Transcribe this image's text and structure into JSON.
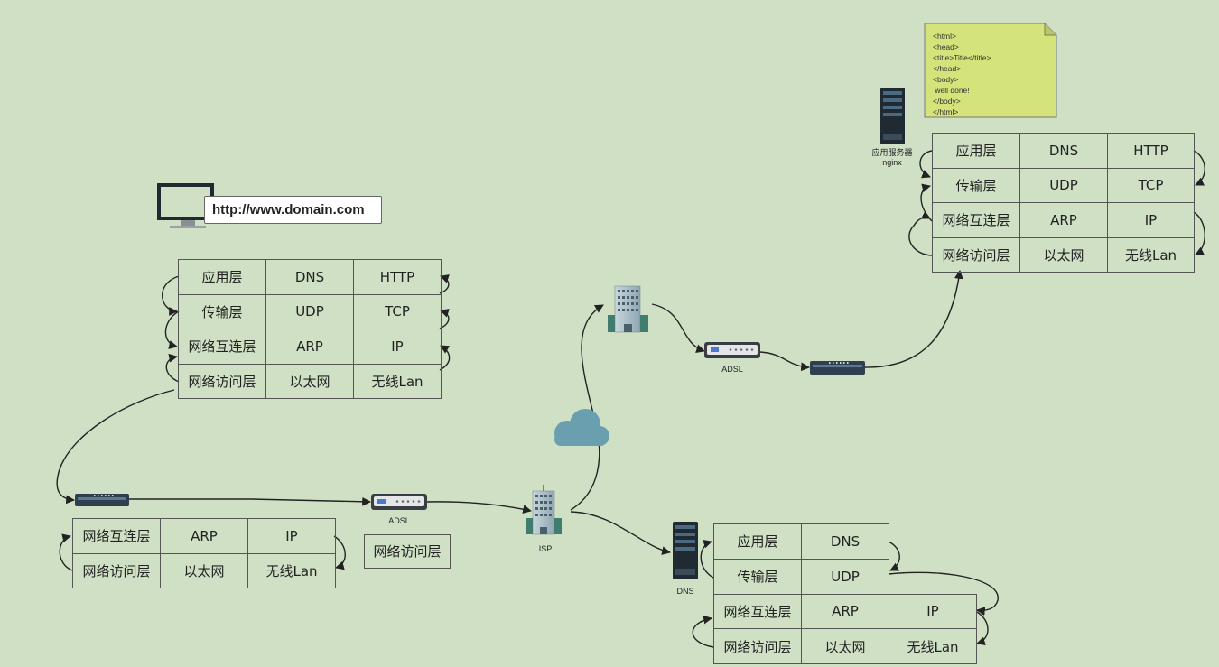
{
  "url_bar": {
    "text": "http://www.domain.com"
  },
  "note": {
    "lines": "<html>\n<head>\n<title>Title</title>\n</head>\n<body>\n well done!\n</body>\n</html>"
  },
  "labels": {
    "adsl_left": "ADSL",
    "adsl_right": "ADSL",
    "isp": "ISP",
    "dns_server": "DNS",
    "app_server_line1": "应用服务器",
    "app_server_line2": "nginx",
    "access_layer_box": "网络访问层"
  },
  "client_stack": {
    "rows": [
      [
        "应用层",
        "DNS",
        "HTTP"
      ],
      [
        "传输层",
        "UDP",
        "TCP"
      ],
      [
        "网络互连层",
        "ARP",
        "IP"
      ],
      [
        "网络访问层",
        "以太网",
        "无线Lan"
      ]
    ]
  },
  "router_stack": {
    "rows": [
      [
        "网络互连层",
        "ARP",
        "IP"
      ],
      [
        "网络访问层",
        "以太网",
        "无线Lan"
      ]
    ]
  },
  "dns_stack": {
    "rows": [
      [
        "应用层",
        "DNS"
      ],
      [
        "传输层",
        "UDP"
      ],
      [
        "网络互连层",
        "ARP",
        "IP"
      ],
      [
        "网络访问层",
        "以太网",
        "无线Lan"
      ]
    ]
  },
  "server_stack": {
    "rows": [
      [
        "应用层",
        "DNS",
        "HTTP"
      ],
      [
        "传输层",
        "UDP",
        "TCP"
      ],
      [
        "网络互连层",
        "ARP",
        "IP"
      ],
      [
        "网络访问层",
        "以太网",
        "无线Lan"
      ]
    ]
  },
  "colors": {
    "background": "#cfe0c5",
    "note_fill": "#d4e37a",
    "cloud": "#6a9fb0",
    "device_dark": "#2f3f4f"
  }
}
